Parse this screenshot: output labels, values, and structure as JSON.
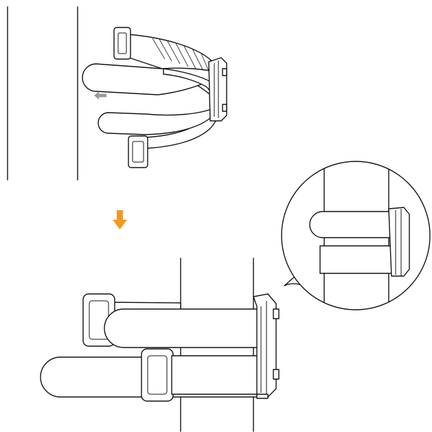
{
  "diagram": {
    "steps": [
      {
        "id": "step-1-wrap-strap"
      },
      {
        "id": "step-2-strap-secured"
      }
    ],
    "colors": {
      "line": "#111111",
      "hint_arrow": "#9a9a9a",
      "step_arrow": "#f39a1e",
      "background": "#ffffff"
    },
    "icons": {
      "direction_arrow": "arrow-left-icon",
      "step_arrow": "arrow-down-icon",
      "callout": "magnifier-callout"
    }
  }
}
